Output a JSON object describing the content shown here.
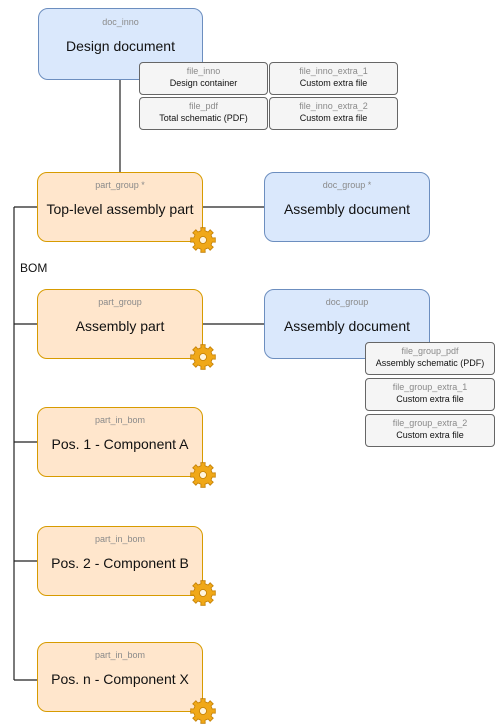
{
  "top_doc": {
    "type": "doc_inno",
    "title": "Design document"
  },
  "doc_files": [
    {
      "type": "file_inno",
      "desc": "Design container"
    },
    {
      "type": "file_inno_extra_1",
      "desc": "Custom extra file"
    },
    {
      "type": "file_pdf",
      "desc": "Total schematic (PDF)"
    },
    {
      "type": "file_inno_extra_2",
      "desc": "Custom extra file"
    }
  ],
  "bom_label": "BOM",
  "parts": [
    {
      "type": "part_group *",
      "title": "Top-level assembly part"
    },
    {
      "type": "part_group",
      "title": "Assembly part"
    },
    {
      "type": "part_in_bom",
      "title": "Pos. 1 - Component A"
    },
    {
      "type": "part_in_bom",
      "title": "Pos. 2 - Component B"
    },
    {
      "type": "part_in_bom",
      "title": "Pos. n - Component X"
    }
  ],
  "assembly_docs": [
    {
      "type": "doc_group *",
      "title": "Assembly document"
    },
    {
      "type": "doc_group",
      "title": "Assembly document"
    }
  ],
  "group_files": [
    {
      "type": "file_group_pdf",
      "desc": "Assembly schematic (PDF)"
    },
    {
      "type": "file_group_extra_1",
      "desc": "Custom extra file"
    },
    {
      "type": "file_group_extra_2",
      "desc": "Custom extra file"
    }
  ],
  "colors": {
    "doc_fill": "#dae8fc",
    "doc_stroke": "#6c8ebf",
    "part_fill": "#ffe6cc",
    "part_stroke": "#d79b00",
    "file_fill": "#f5f5f5",
    "file_stroke": "#666666",
    "gear": "#f0a818"
  },
  "icons": {
    "part_badge": "gear-icon"
  }
}
